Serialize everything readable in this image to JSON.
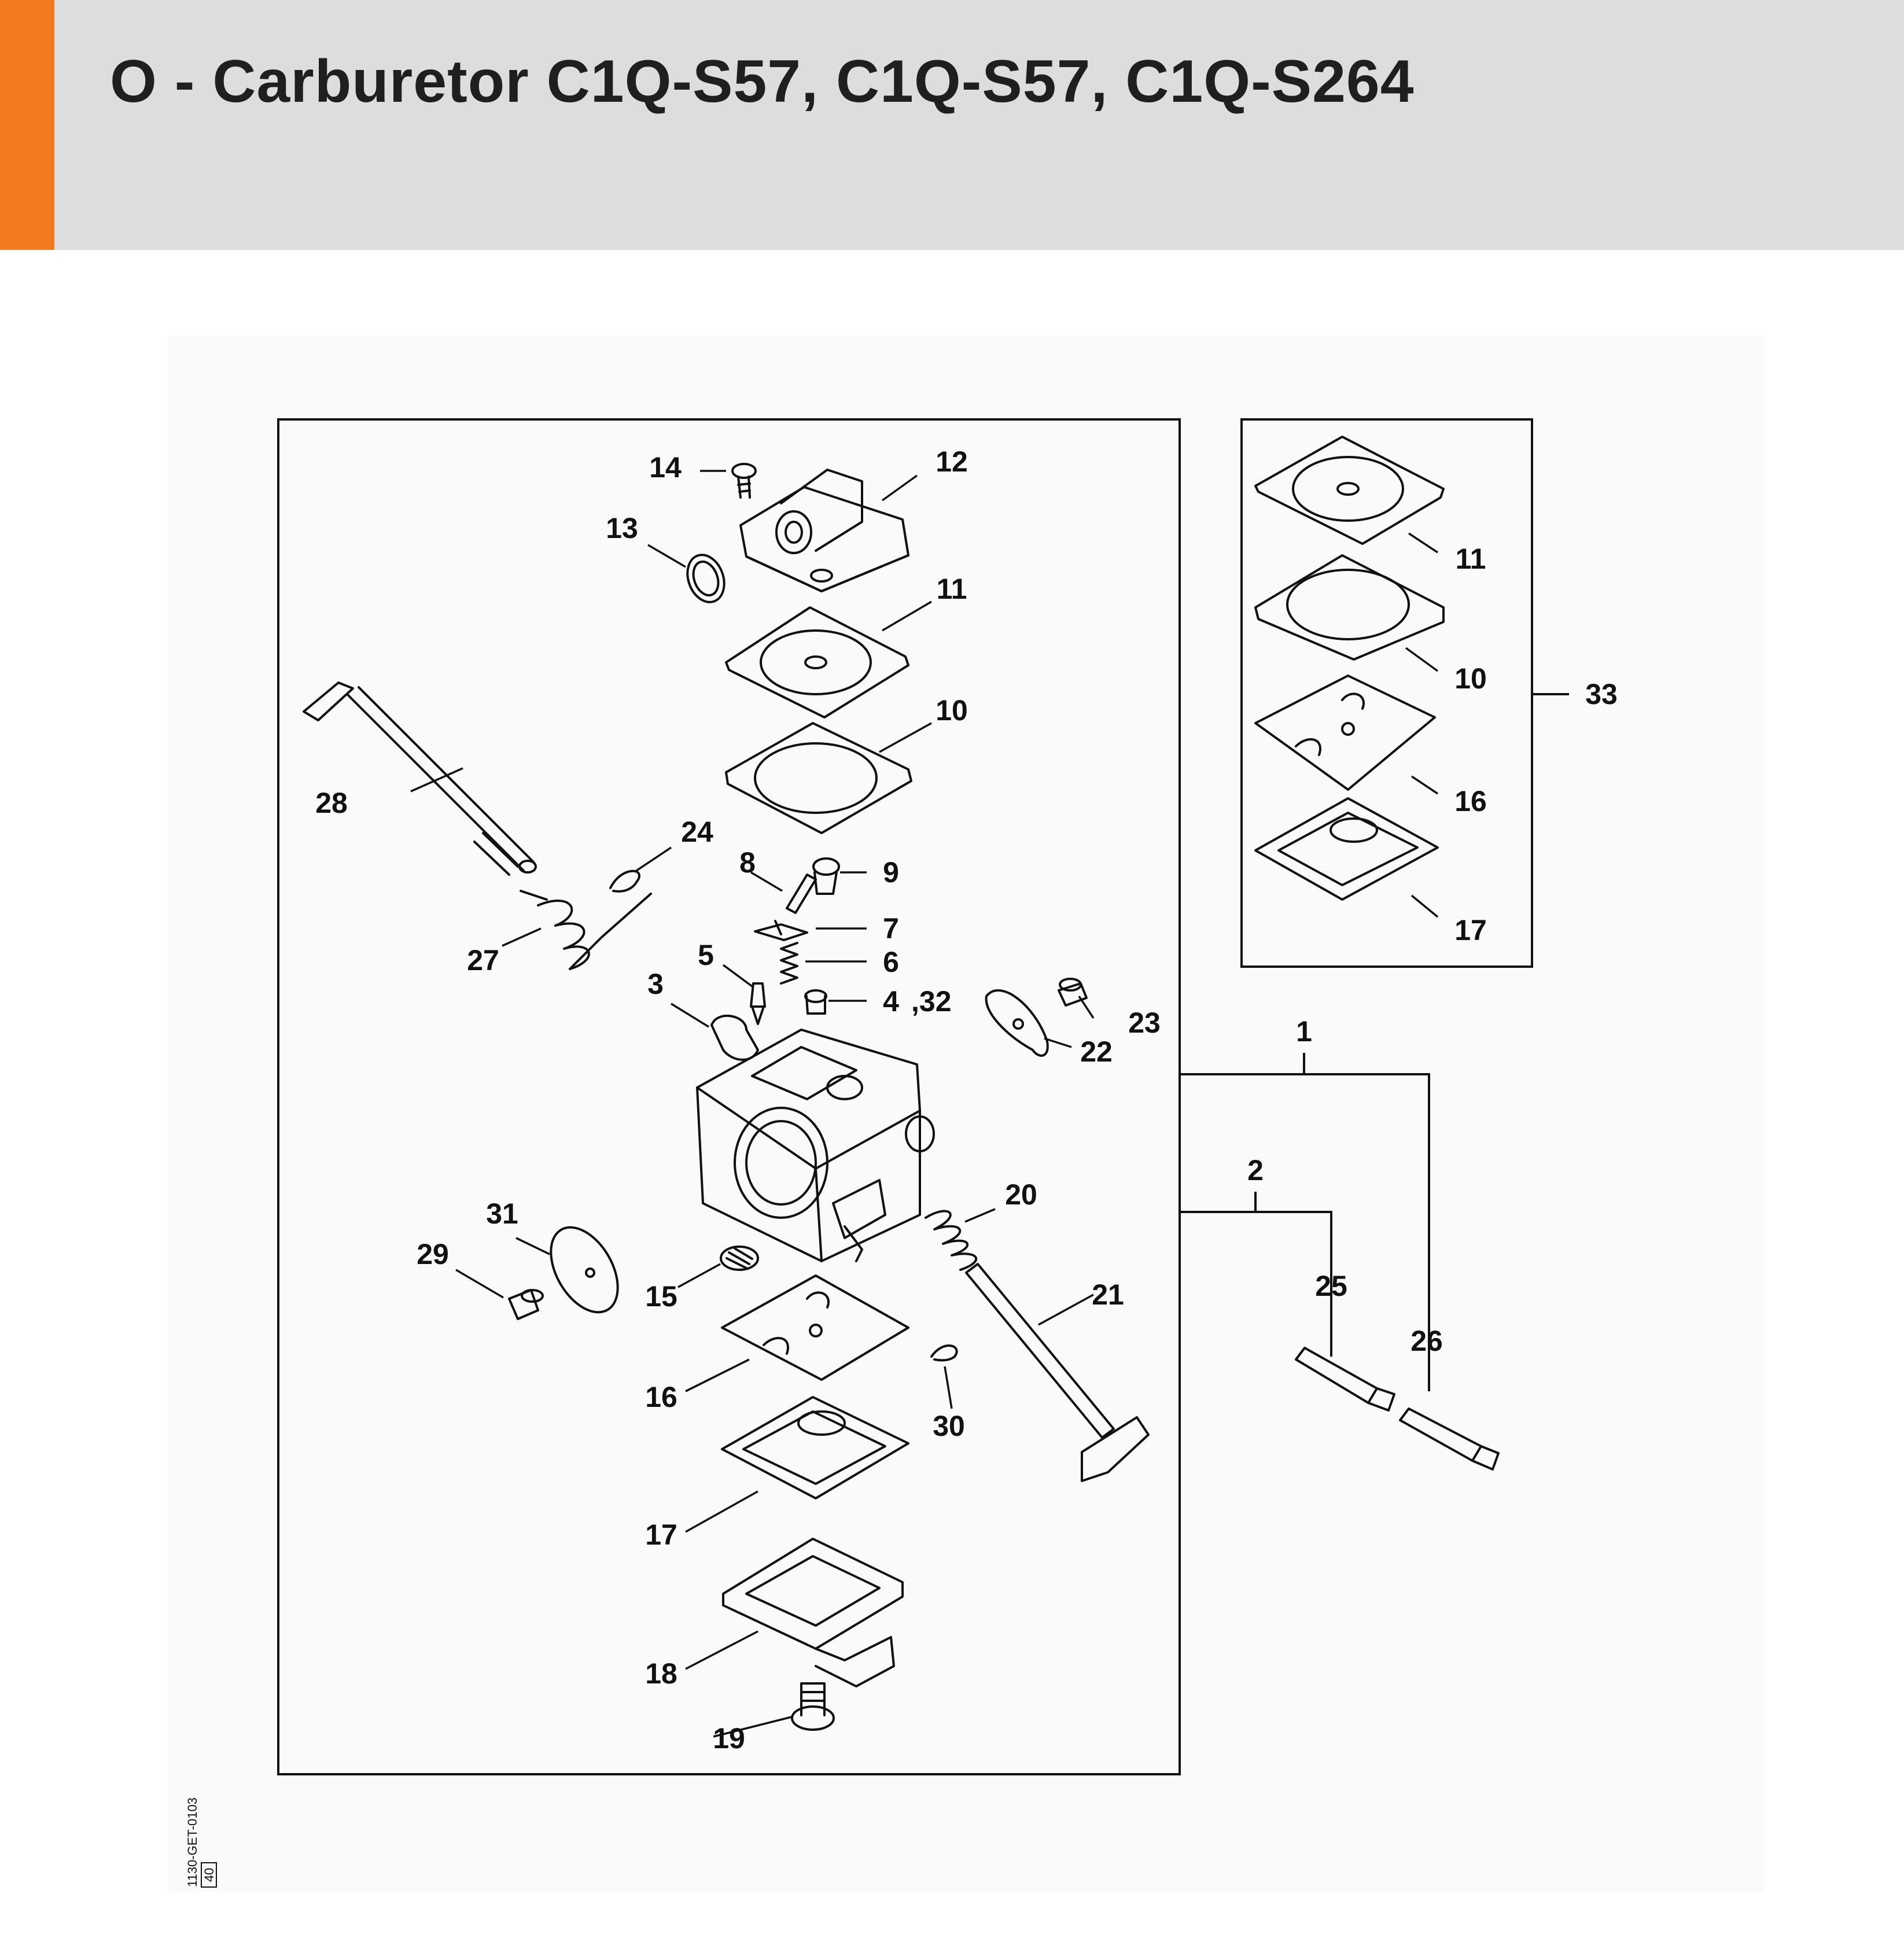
{
  "header": {
    "title": "O - Carburetor C1Q-S57, C1Q-S57, C1Q-S264",
    "accent_color": "#f37a1f",
    "background_color": "#dcdddc"
  },
  "diagram": {
    "code": "1130-GET-0103",
    "page_ref": "40",
    "labels": {
      "p1": "1",
      "p2": "2",
      "p3": "3",
      "p4": "4",
      "p4_32": ",32",
      "p5": "5",
      "p6": "6",
      "p7": "7",
      "p8": "8",
      "p9": "9",
      "p10": "10",
      "p11": "11",
      "p12": "12",
      "p13": "13",
      "p14": "14",
      "p15": "15",
      "p16": "16",
      "p17": "17",
      "p18": "18",
      "p19": "19",
      "p20": "20",
      "p21": "21",
      "p22": "22",
      "p23": "23",
      "p24": "24",
      "p25": "25",
      "p26": "26",
      "p27": "27",
      "p28": "28",
      "p29": "29",
      "p30": "30",
      "p31": "31",
      "p33": "33",
      "k11": "11",
      "k10": "10",
      "k16": "16",
      "k17": "17"
    }
  }
}
